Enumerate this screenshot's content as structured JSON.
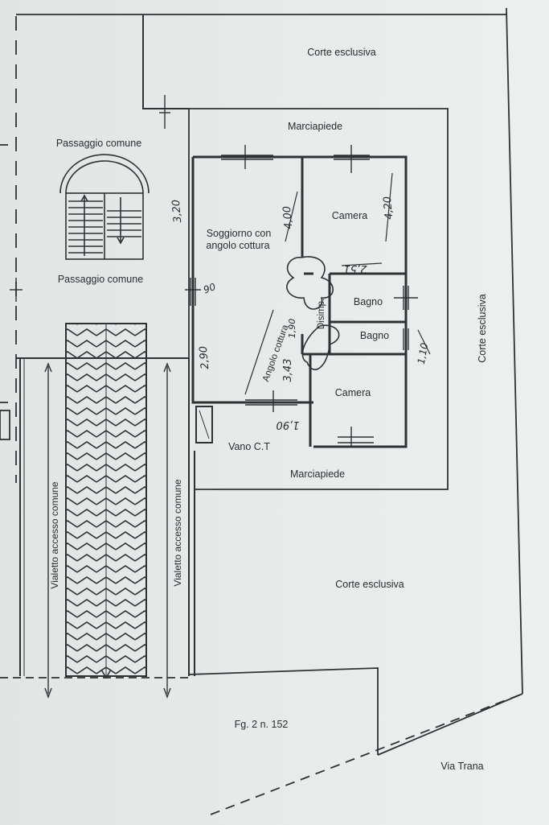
{
  "labels": {
    "corte_top": "Corte esclusiva",
    "corte_right": "Corte esclusiva",
    "corte_bottom": "Corte esclusiva",
    "marciapiede_top": "Marciapiede",
    "marciapiede_bottom": "Marciapiede",
    "passaggio_1": "Passaggio comune",
    "passaggio_2": "Passaggio comune",
    "soggiorno_1": "Soggiorno con",
    "soggiorno_2": "angolo cottura",
    "camera_1": "Camera",
    "camera_2": "Camera",
    "bagno_1": "Bagno",
    "bagno_2": "Bagno",
    "disimp": "Disimp.",
    "angolo_cottura": "Angolo cottura",
    "vano_ct": "Vano C.T",
    "vialetto_left": "Vialetto accesso comune",
    "vialetto_right": "Vialetto accesso comune",
    "foglio": "Fg. 2 n. 152",
    "via": "Via Trana"
  },
  "dimensions": {
    "d1": "3,20",
    "d2": "4,00",
    "d3": "4,20",
    "d4": "2,51",
    "d5": "2,90",
    "d6": "1,90",
    "d7": "3,43",
    "d8": "1,90",
    "d9": "90",
    "d10": "1,10"
  }
}
